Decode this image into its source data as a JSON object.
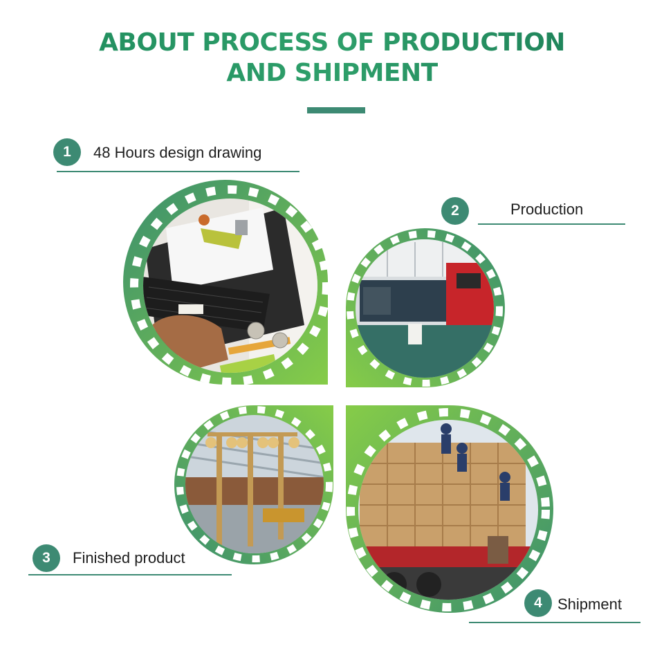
{
  "title": {
    "line1": "ABOUT PROCESS OF PRODUCTION",
    "line2": "AND SHIPMENT"
  },
  "steps": [
    {
      "number": "1",
      "label": "48 Hours design drawing",
      "photo": "laptop-design-drawing-photo"
    },
    {
      "number": "2",
      "label": "Production",
      "photo": "factory-machinery-photo"
    },
    {
      "number": "3",
      "label": "Finished product",
      "photo": "street-lamp-posts-photo"
    },
    {
      "number": "4",
      "label": "Shipment",
      "photo": "loading-truck-cartons-photo"
    }
  ],
  "colors": {
    "accent": "#3d8a73",
    "green_light": "#8fd04a",
    "green_dark": "#3c9567",
    "title": "#1e8a5c"
  }
}
